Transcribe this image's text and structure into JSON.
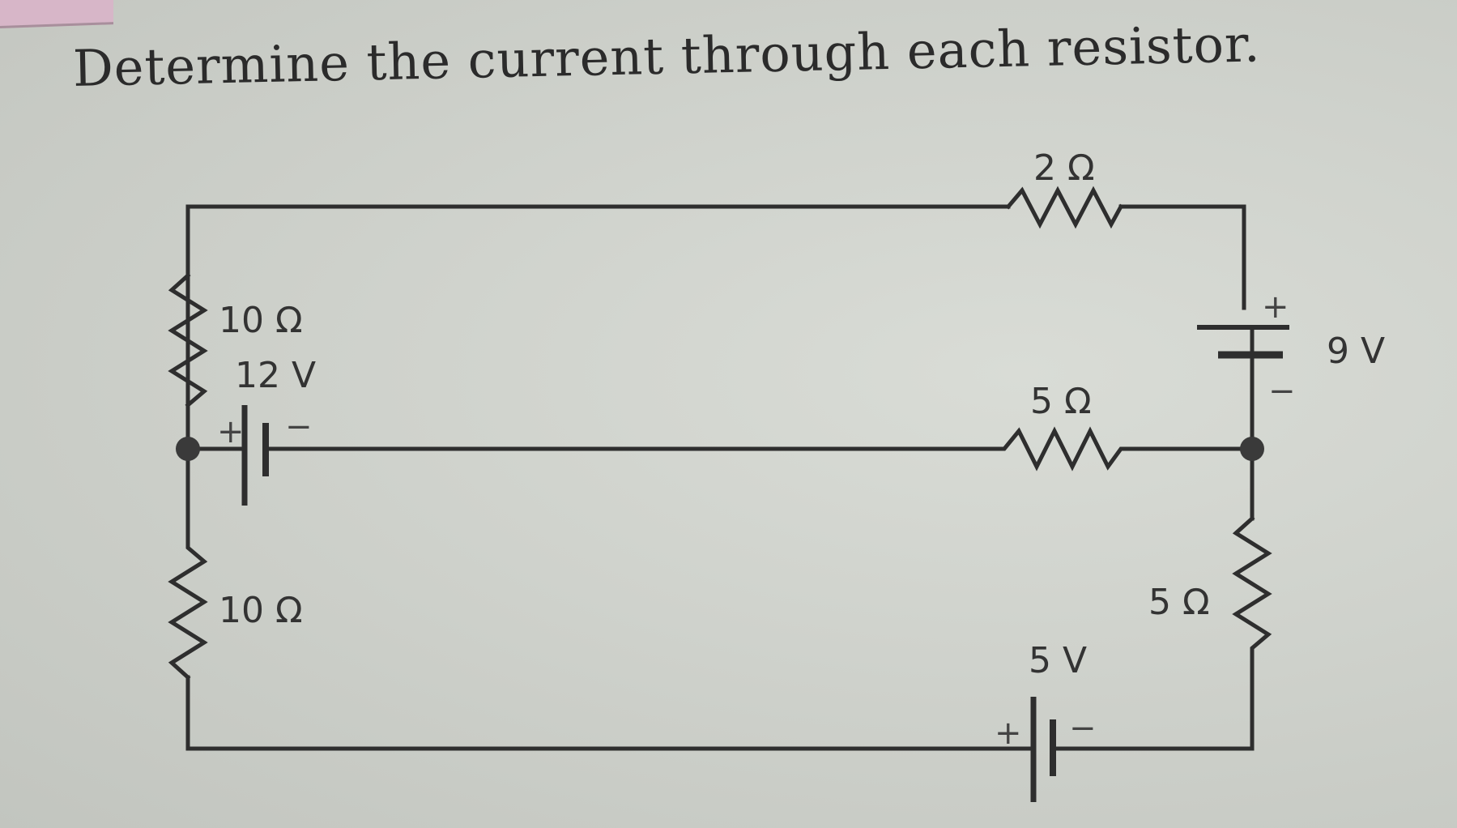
{
  "question": "Determine the current through each resistor.",
  "circuit": {
    "resistors": {
      "top": "2 Ω",
      "left_upper": "10 Ω",
      "middle": "5 Ω",
      "left_lower": "10 Ω",
      "right_lower": "5 Ω"
    },
    "sources": {
      "middle": "12 V",
      "right": "9 V",
      "bottom": "5 V"
    },
    "signs": {
      "plus": "+",
      "minus": "−"
    }
  }
}
